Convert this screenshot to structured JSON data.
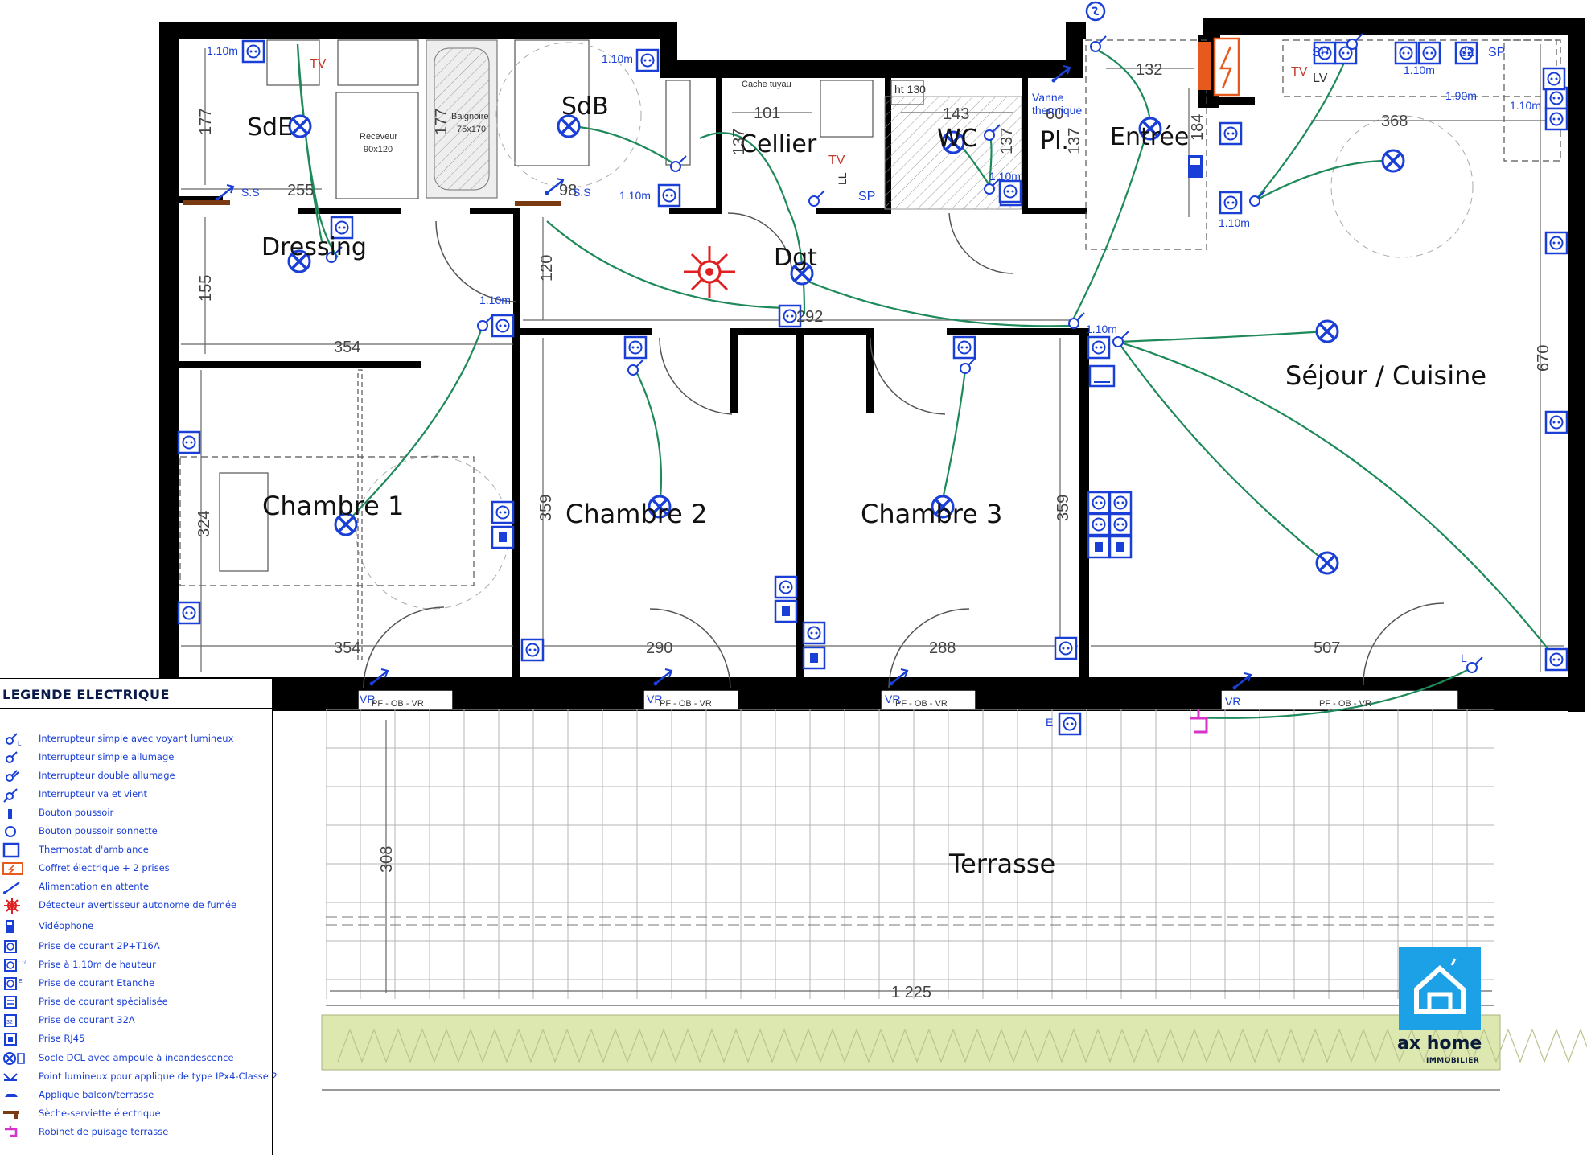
{
  "rooms": {
    "sdb1": "SdE",
    "sdb2": "SdB",
    "dressing": "Dressing",
    "cellier": "Cellier",
    "wc": "WC",
    "placard": "Pl.",
    "entree": "Entrée",
    "degagement": "Dgt",
    "sejour": "Séjour / Cuisine",
    "chambre1": "Chambre 1",
    "chambre2": "Chambre 2",
    "chambre3": "Chambre 3",
    "terrasse": "Terrasse"
  },
  "dimensions": {
    "sde_h": "177",
    "sde_w": "255",
    "baignoire_h": "177",
    "dressing_h": "155",
    "dgt_h": "120",
    "dgt_w": "292",
    "chambre1_top": "354",
    "chambre1_bottom": "354",
    "chambre1_h": "324",
    "chambre2_h": "359",
    "chambre2_w": "290",
    "chambre3_w": "288",
    "chambre3_h": "359",
    "sejour_w": "507",
    "sejour_h": "670",
    "sejour_top": "368",
    "cellier_w": "101",
    "cellier_h": "137",
    "wc_w": "143",
    "wc_h": "137",
    "pl_w": "60",
    "pl_h": "137",
    "entree_w": "132",
    "entree_h": "184",
    "terrasse_h": "308",
    "terrasse_w": "1 225",
    "sdb_w": "98"
  },
  "fixtures": {
    "receveur": "Receveur",
    "receveur_size": "90x120",
    "baignoire": "Baignoire",
    "baignoire_size": "75x170",
    "cache_tuyau": "Cache tuyau",
    "ht": "ht 130",
    "vanne1": "Vanne",
    "vanne2": "thermique",
    "ll": "LL",
    "lv": "LV",
    "tv": "TV",
    "sp": "SP",
    "sp32": "32",
    "ss": "S.S",
    "height_110": "1.10m",
    "height_190": "1.90m",
    "vr": "VR",
    "window": "PF - OB - VR",
    "l": "L",
    "e": "E"
  },
  "legend": {
    "title": "LEGENDE ELECTRIQUE",
    "items": [
      {
        "icon": "switch-light-icon",
        "label": "Interrupteur simple avec voyant lumineux"
      },
      {
        "icon": "switch-simple-icon",
        "label": "Interrupteur simple allumage"
      },
      {
        "icon": "switch-double-icon",
        "label": "Interrupteur double allumage"
      },
      {
        "icon": "switch-two-way-icon",
        "label": "Interrupteur va et vient"
      },
      {
        "icon": "push-button-icon",
        "label": "Bouton poussoir"
      },
      {
        "icon": "doorbell-icon",
        "label": "Bouton poussoir sonnette"
      },
      {
        "icon": "thermostat-icon",
        "label": "Thermostat d'ambiance"
      },
      {
        "icon": "electrical-panel-icon",
        "label": "Coffret électrique + 2 prises"
      },
      {
        "icon": "standby-supply-icon",
        "label": "Alimentation en attente"
      },
      {
        "icon": "smoke-detector-icon",
        "label": "Détecteur avertisseur autonome de fumée"
      },
      {
        "icon": "videophone-icon",
        "label": "Vidéophone"
      },
      {
        "icon": "socket-icon",
        "label": "Prise de courant 2P+T16A"
      },
      {
        "icon": "socket-high-icon",
        "label": "Prise à 1.10m de hauteur"
      },
      {
        "icon": "socket-waterproof-icon",
        "label": "Prise de courant Etanche"
      },
      {
        "icon": "socket-special-icon",
        "label": "Prise de courant spécialisée"
      },
      {
        "icon": "socket-32a-icon",
        "label": "Prise de courant 32A"
      },
      {
        "icon": "rj45-icon",
        "label": "Prise RJ45"
      },
      {
        "icon": "dcl-icon",
        "label": "Socle DCL avec ampoule à incandescence"
      },
      {
        "icon": "light-point-icon",
        "label": "Point lumineux pour applique de type IPx4-Classe 2"
      },
      {
        "icon": "balcony-light-icon",
        "label": "Applique balcon/terrasse"
      },
      {
        "icon": "towel-dryer-icon",
        "label": "Sèche-serviette électrique"
      },
      {
        "icon": "terrace-tap-icon",
        "label": "Robinet de puisage terrasse"
      }
    ]
  },
  "logo": {
    "brand": "ax home",
    "sub": "IMMOBILIER"
  },
  "colors": {
    "wall": "#000000",
    "symbol": "#1a3fd6",
    "wire": "#1e8a5a",
    "smoke": "#e02020",
    "panel": "#e65a1e",
    "tap": "#d633c9",
    "lawn": "#dde8b0",
    "logo": "#1da1e6"
  }
}
